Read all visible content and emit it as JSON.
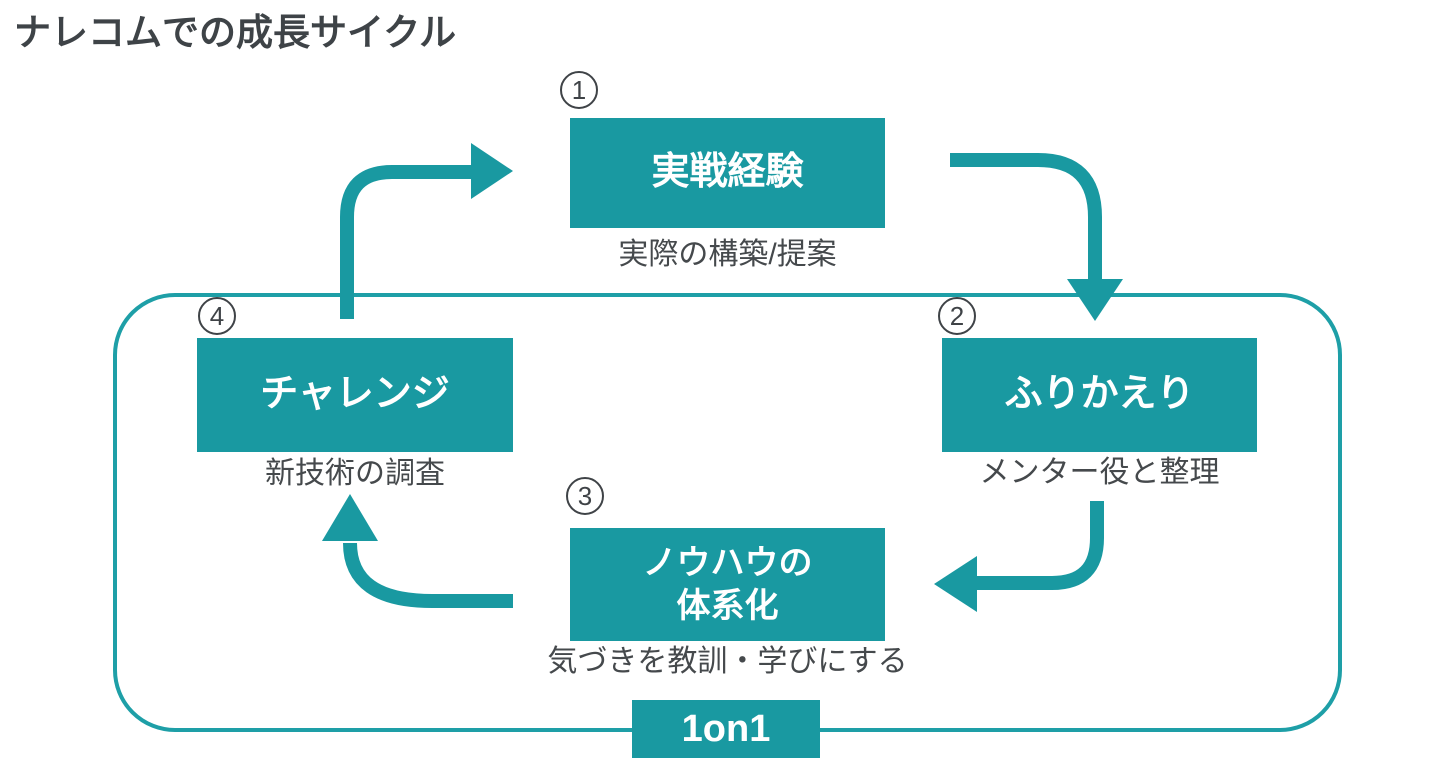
{
  "title": "ナレコムでの成長サイクル",
  "colors": {
    "accent_teal": "#1999A1",
    "loop_outline": "#1E9FA7",
    "text_dark": "#3E4347",
    "caption_gray": "#45494C",
    "node_text": "#FFFFFF",
    "background": "#FFFFFF"
  },
  "cycle": {
    "loop_label": "1on1",
    "steps": [
      {
        "number": "1",
        "label": "実戦経験",
        "description": "実際の構築/提案"
      },
      {
        "number": "2",
        "label": "ふりかえり",
        "description": "メンター役と整理"
      },
      {
        "number": "3",
        "label": "ノウハウの\n体系化",
        "description": "気づきを教訓・学びにする"
      },
      {
        "number": "4",
        "label": "チャレンジ",
        "description": "新技術の調査"
      }
    ]
  }
}
